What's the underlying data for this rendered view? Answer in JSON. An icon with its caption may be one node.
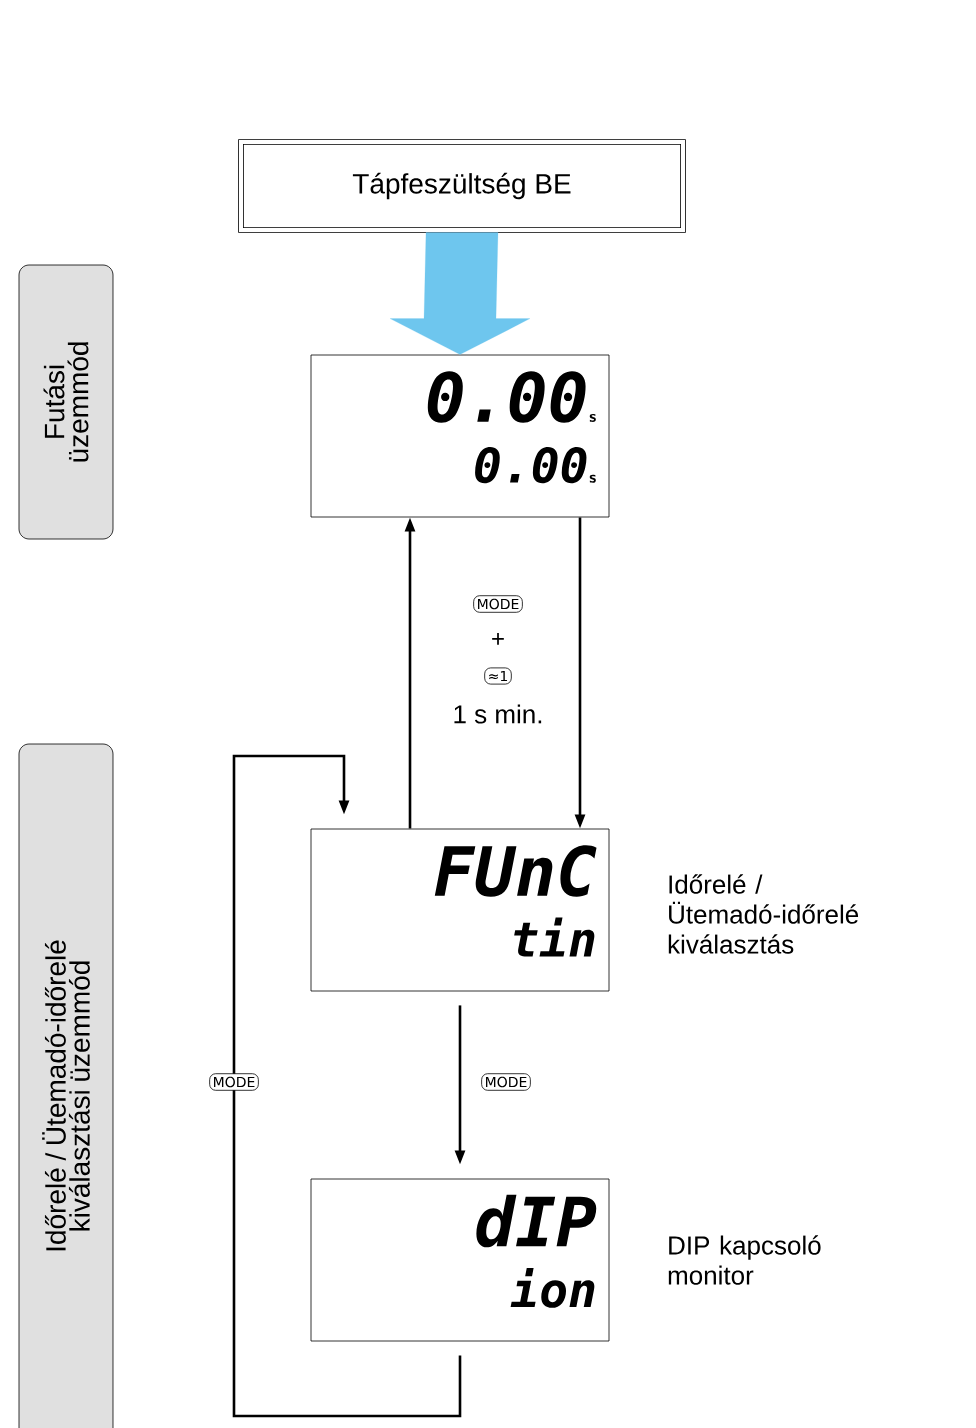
{
  "diagram": {
    "nodes": [
      {
        "text": [
          "Tápfeszültség BE"
        ]
      },
      {
        "text": [
          "Futási üzemmód"
        ]
      },
      {
        "text": [
          "0.00",
          "s",
          "0.00",
          "s"
        ]
      },
      {
        "text": [
          "Időrelé / Ütemadó-időrelé kiválasztási üzemmód"
        ]
      },
      {
        "text": [
          "FUnC",
          "tin"
        ],
        "beside": [
          "Időrelé / Ütemadó-időrelé kiválasztás"
        ]
      },
      {
        "text": [
          "dIP",
          "ion"
        ],
        "beside": [
          "DIP kapcsoló monitor"
        ]
      }
    ],
    "edges": [
      {
        "from": 0,
        "to": 2,
        "arrow": "to",
        "style": "thick",
        "color": "#6ec6ee"
      },
      {
        "from": 4,
        "to": 2,
        "arrow": "to"
      },
      {
        "from": 2,
        "to": 4,
        "arrow": "to"
      },
      {
        "from": 4,
        "to": 5,
        "arrow": "to",
        "label": "MODE"
      },
      {
        "from": 5,
        "to": 4,
        "arrow": "to",
        "label": "MODE"
      }
    ],
    "labels": [
      "MODE",
      "+",
      "≈1",
      "1 s min."
    ]
  }
}
